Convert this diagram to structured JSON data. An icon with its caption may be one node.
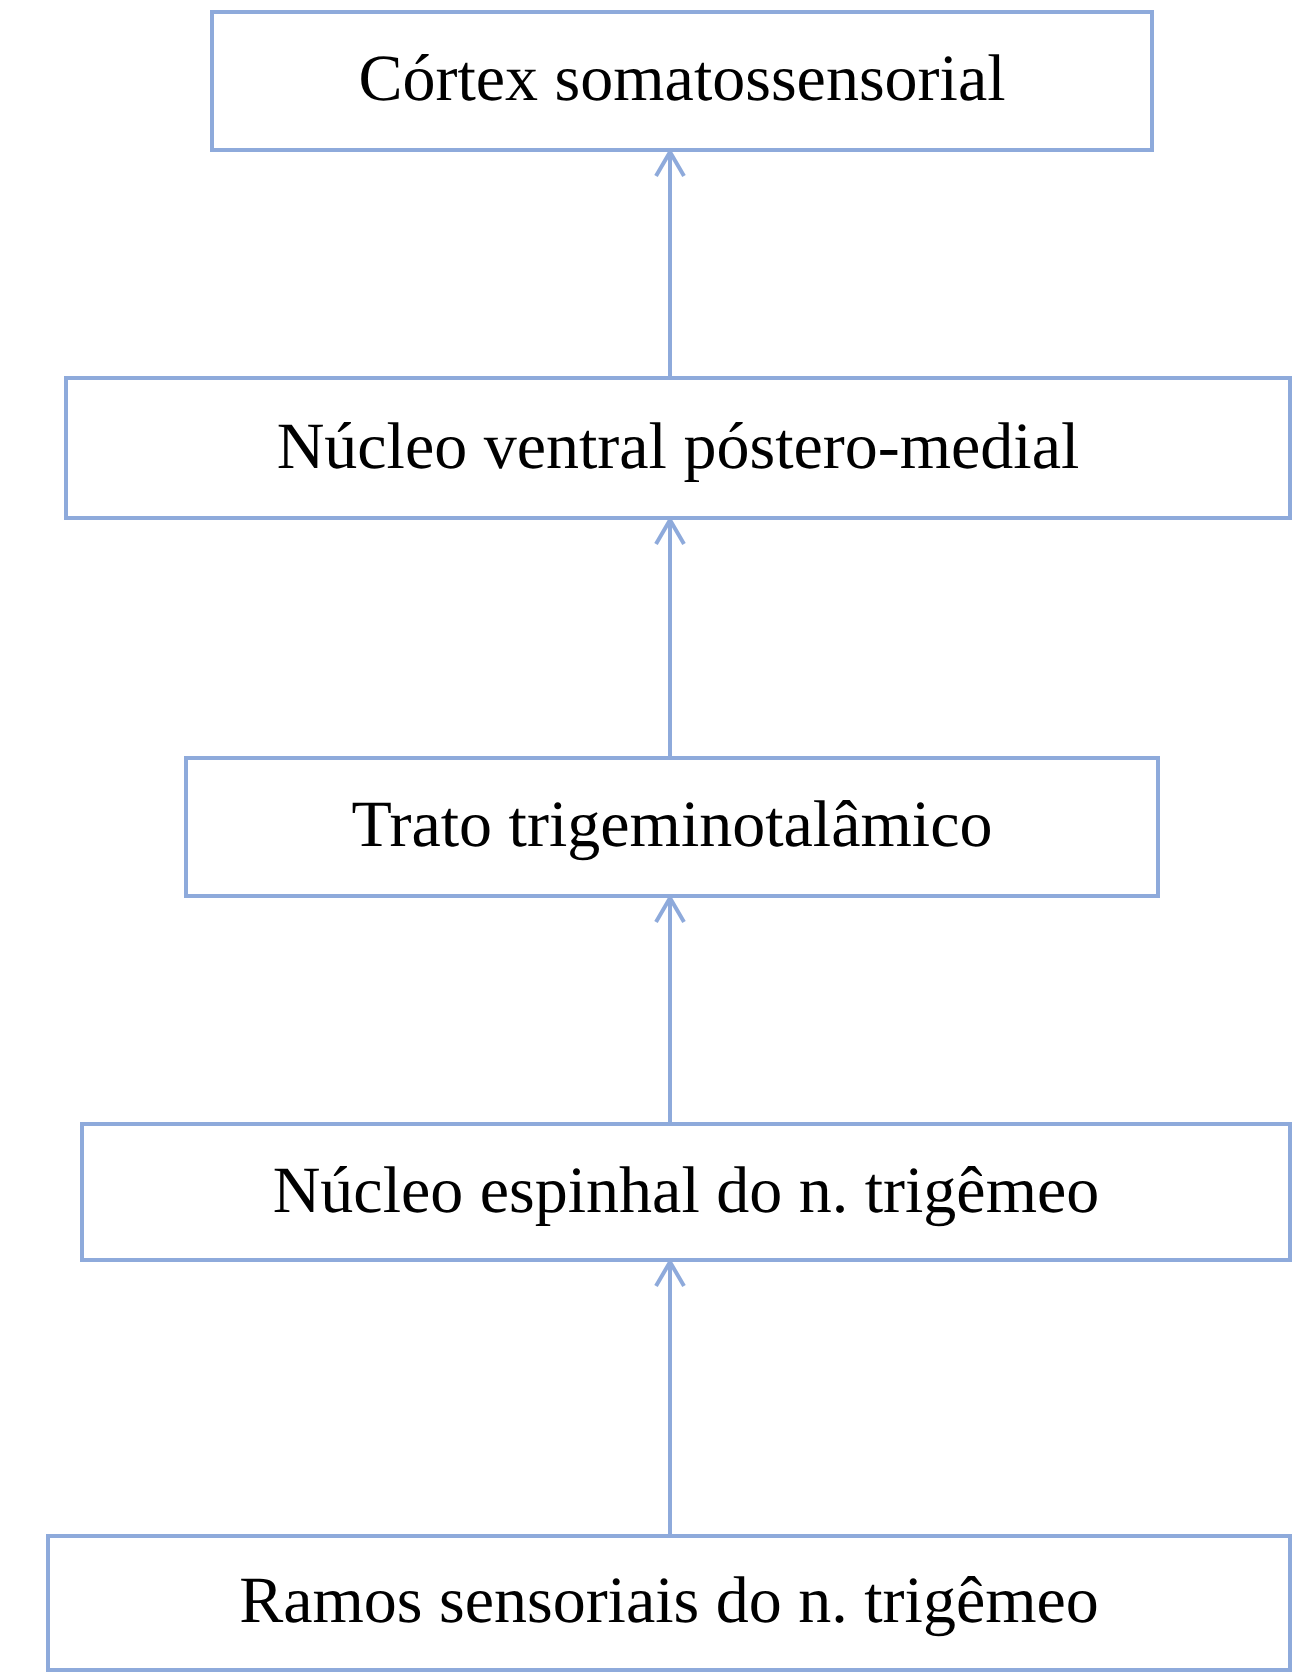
{
  "diagram": {
    "nodes": [
      {
        "text": [
          "Córtex somatossensorial"
        ]
      },
      {
        "text": [
          "Núcleo ventral póstero-medial"
        ]
      },
      {
        "text": [
          "Trato trigeminotalâmico"
        ]
      },
      {
        "text": [
          "Núcleo espinhal do n. trigêmeo"
        ]
      },
      {
        "text": [
          "Ramos sensoriais do n. trigêmeo"
        ]
      }
    ],
    "edges": [
      {
        "from": 4,
        "to": 3,
        "arrow": "to"
      },
      {
        "from": 3,
        "to": 2,
        "arrow": "to"
      },
      {
        "from": 2,
        "to": 1,
        "arrow": "to"
      },
      {
        "from": 1,
        "to": 0,
        "arrow": "to"
      }
    ]
  }
}
